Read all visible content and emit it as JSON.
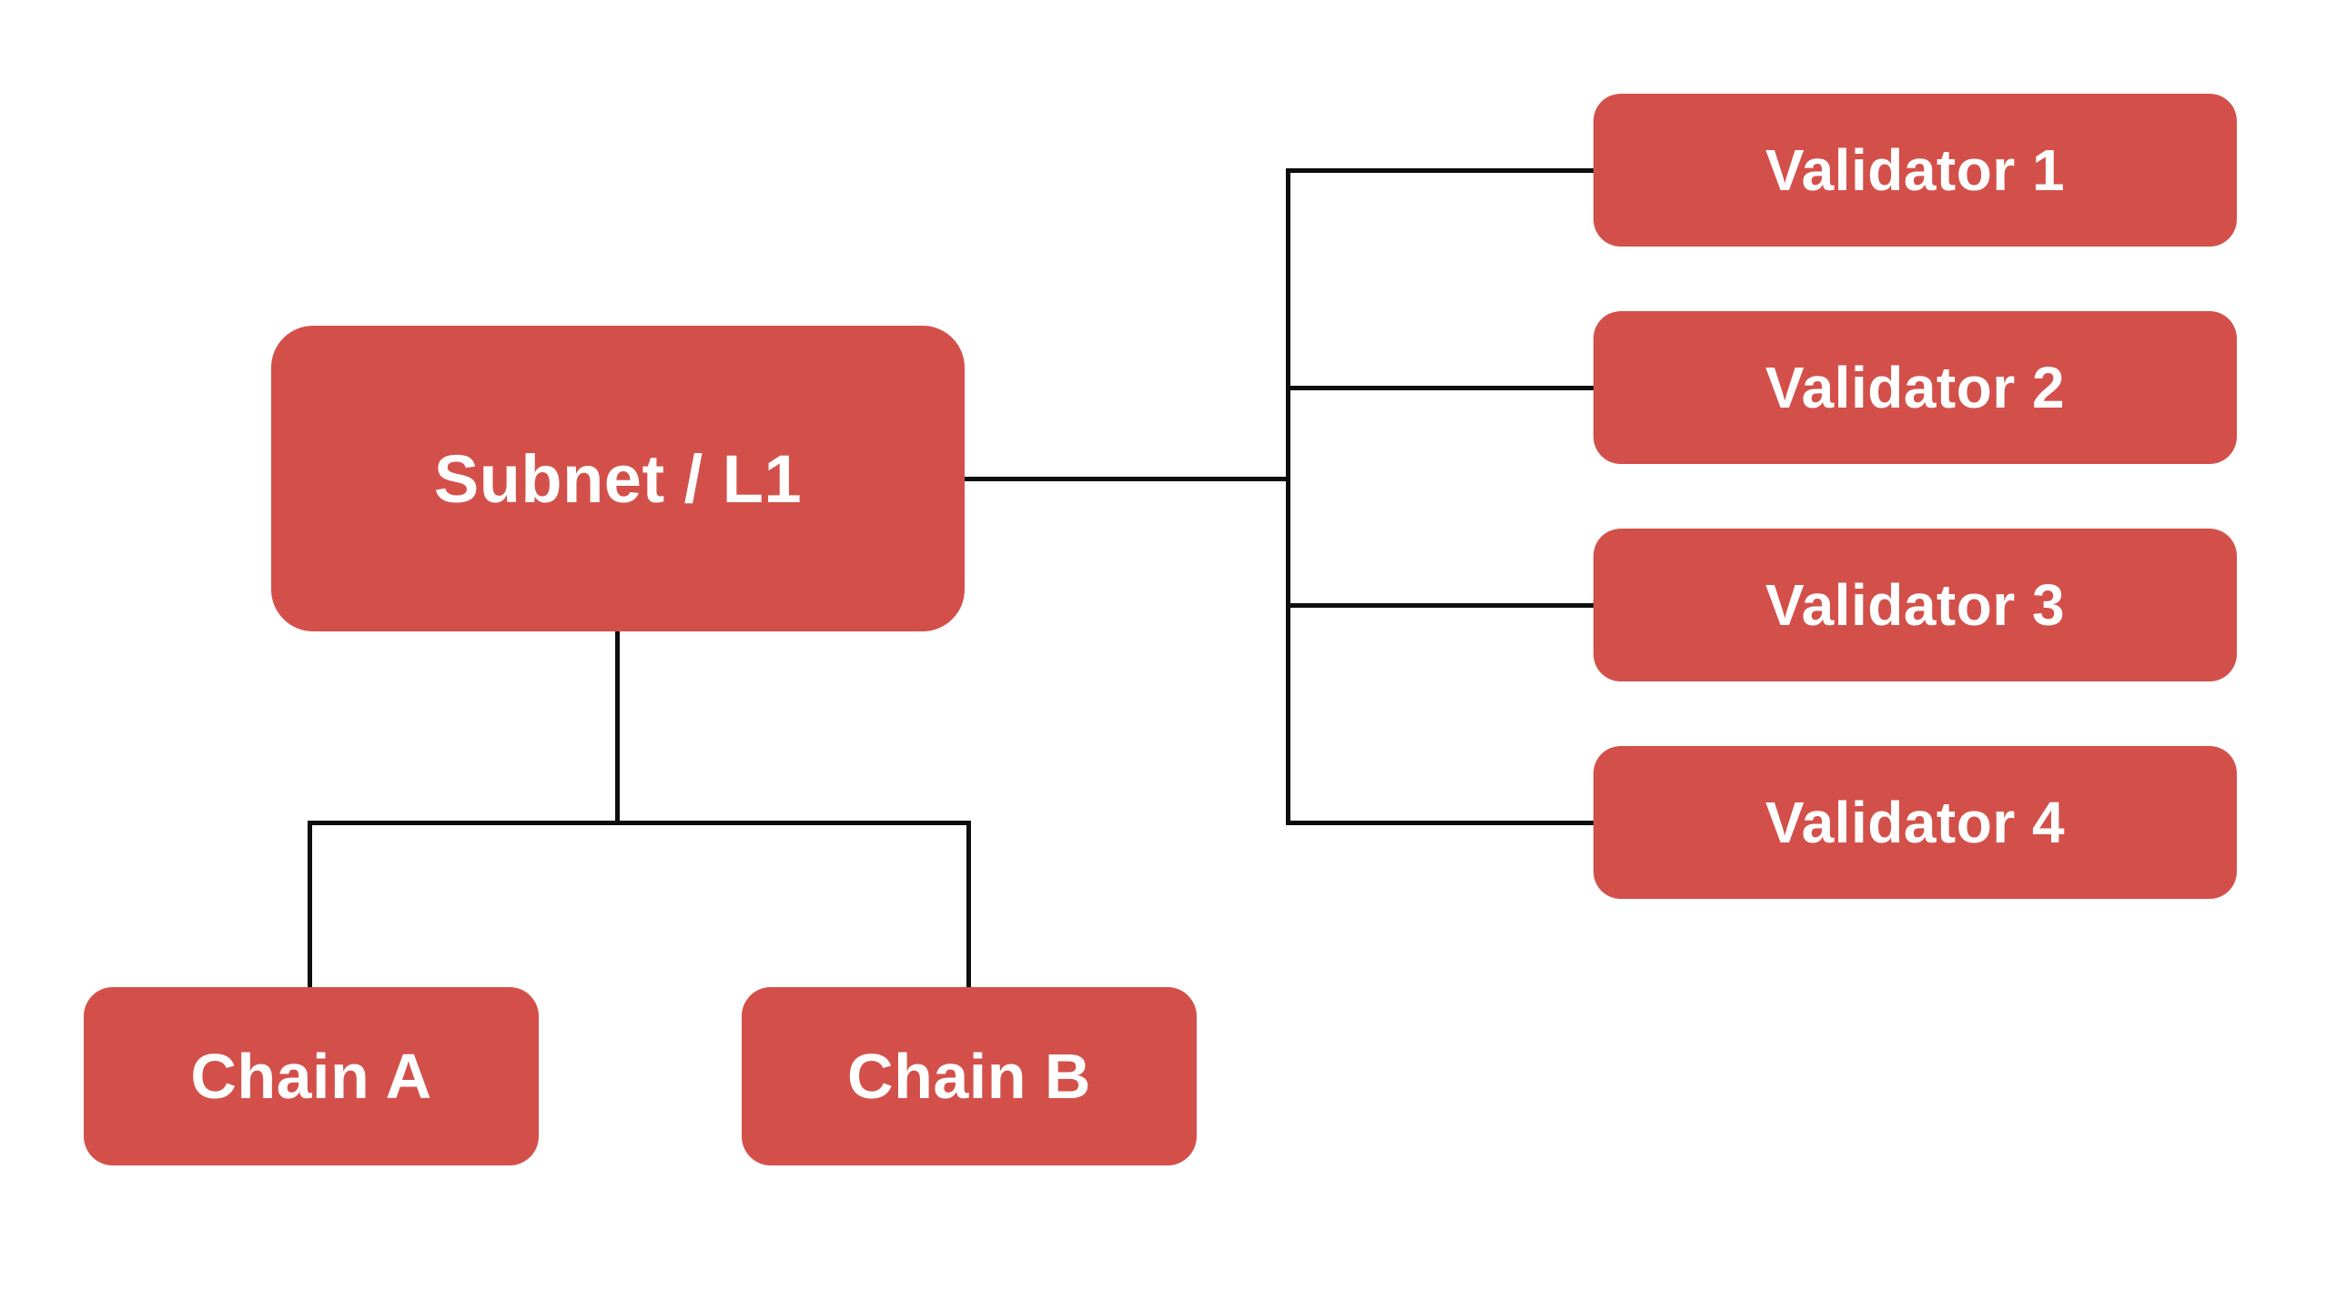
{
  "diagram": {
    "colors": {
      "background": "#ffffff",
      "node_fill": "#d3504a",
      "node_text": "#ffffff",
      "line": "#0d0d0d"
    },
    "nodes": {
      "subnet": {
        "label": "Subnet / L1"
      },
      "chain_a": {
        "label": "Chain A"
      },
      "chain_b": {
        "label": "Chain B"
      },
      "validator_1": {
        "label": "Validator 1"
      },
      "validator_2": {
        "label": "Validator 2"
      },
      "validator_3": {
        "label": "Validator 3"
      },
      "validator_4": {
        "label": "Validator 4"
      }
    },
    "edges": [
      {
        "from": "Subnet / L1",
        "to": "Validator 1"
      },
      {
        "from": "Subnet / L1",
        "to": "Validator 2"
      },
      {
        "from": "Subnet / L1",
        "to": "Validator 3"
      },
      {
        "from": "Subnet / L1",
        "to": "Validator 4"
      },
      {
        "from": "Subnet / L1",
        "to": "Chain A"
      },
      {
        "from": "Subnet / L1",
        "to": "Chain B"
      }
    ]
  }
}
